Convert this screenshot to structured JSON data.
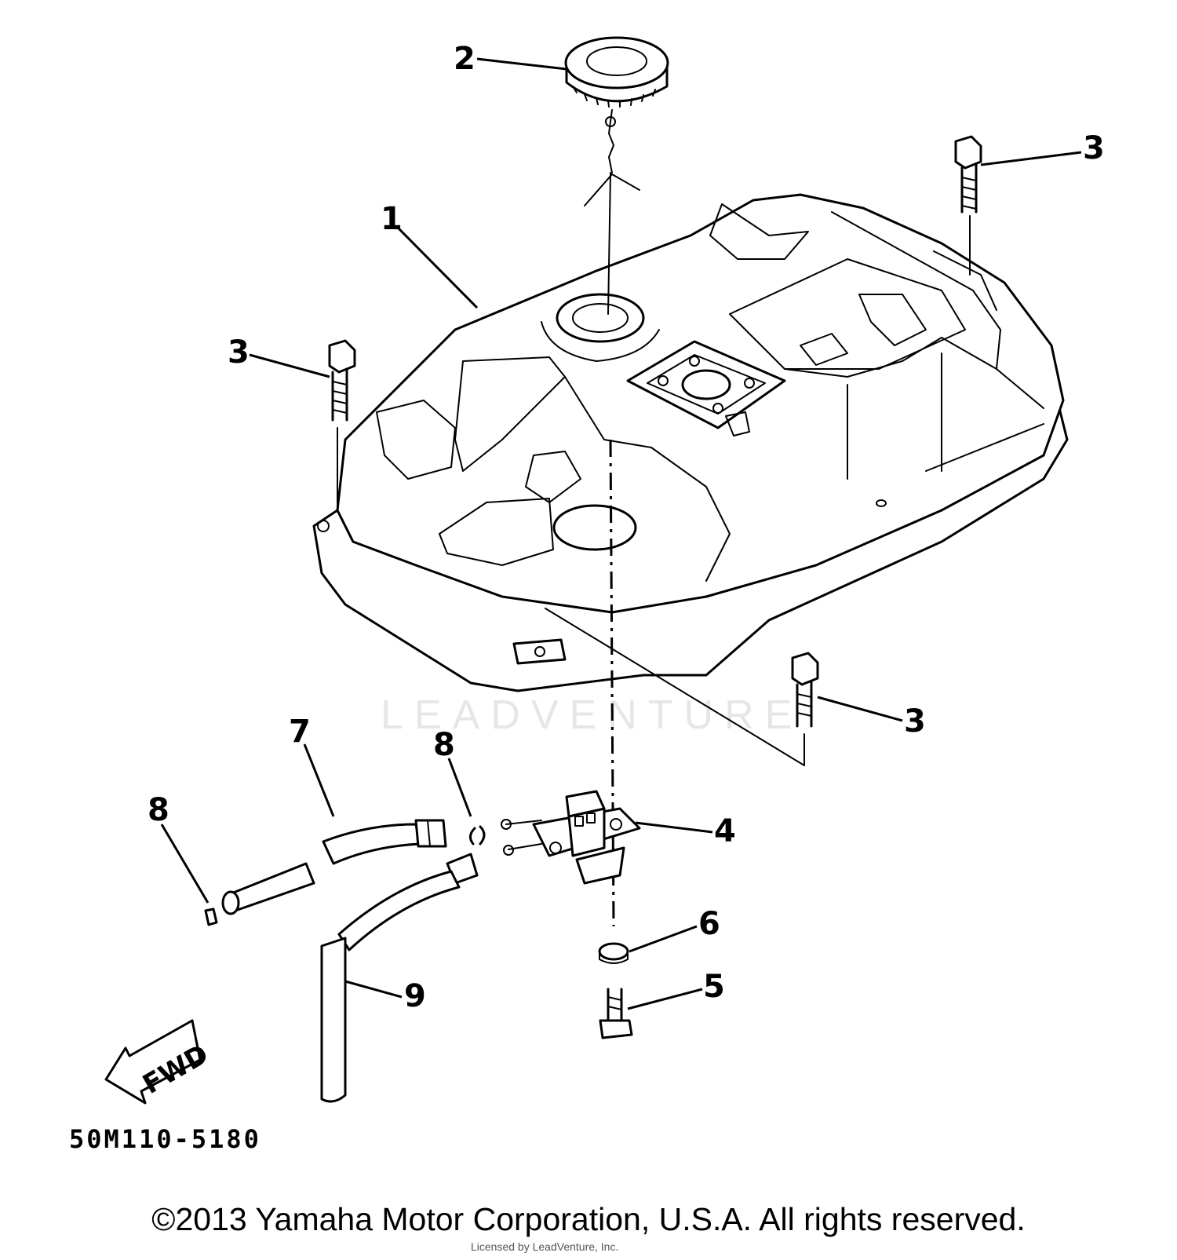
{
  "callouts": {
    "c1": "1",
    "c2": "2",
    "c3a": "3",
    "c3b": "3",
    "c3c": "3",
    "c4": "4",
    "c5": "5",
    "c6": "6",
    "c7": "7",
    "c8a": "8",
    "c8b": "8",
    "c9": "9"
  },
  "fwd_label": "FWD",
  "diagram_code": "50M110-5180",
  "watermark": "LEADVENTURE",
  "copyright": "©2013 Yamaha Motor Corporation, U.S.A. All rights reserved.",
  "licensed_by": "Licensed by LeadVenture, Inc."
}
